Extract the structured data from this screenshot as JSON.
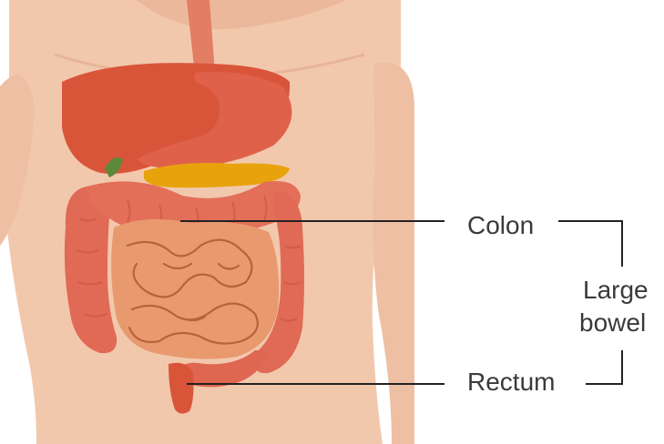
{
  "labels": {
    "colon": "Colon",
    "rectum": "Rectum",
    "group_line1": "Large",
    "group_line2": "bowel"
  },
  "colors": {
    "skin": "#f2c8ad",
    "skin_shadow": "#e8b497",
    "liver": "#d9553a",
    "stomach": "#d9604a",
    "esophagus": "#e37d63",
    "pancreas": "#e8a20c",
    "gallbladder": "#5a8a3a",
    "colon": "#e06a55",
    "small_intestine": "#e89a6e",
    "leader_line": "#222222",
    "label_text": "#3a3a3a"
  }
}
